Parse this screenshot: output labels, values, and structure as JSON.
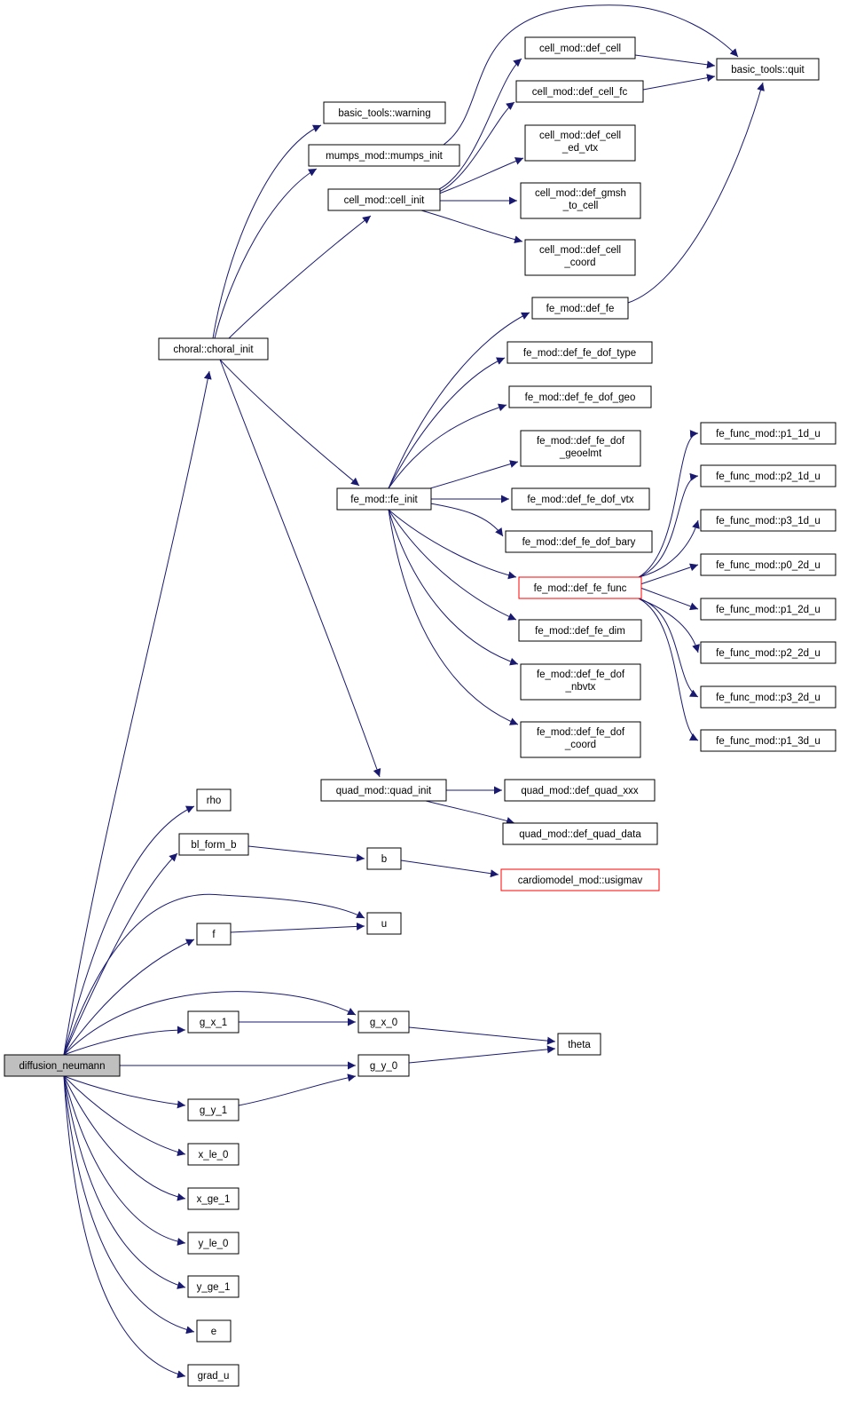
{
  "nodes": {
    "diffusion_neumann": [
      "diffusion_neumann"
    ],
    "choral_init": [
      "choral::choral_init"
    ],
    "warning": [
      "basic_tools::warning"
    ],
    "mumps_init": [
      "mumps_mod::mumps_init"
    ],
    "cell_init": [
      "cell_mod::cell_init"
    ],
    "def_cell": [
      "cell_mod::def_cell"
    ],
    "def_cell_fc": [
      "cell_mod::def_cell_fc"
    ],
    "def_cell_ed_vtx": [
      "cell_mod::def_cell",
      "_ed_vtx"
    ],
    "def_gmsh_to_cell": [
      "cell_mod::def_gmsh",
      "_to_cell"
    ],
    "def_cell_coord": [
      "cell_mod::def_cell",
      "_coord"
    ],
    "quit": [
      "basic_tools::quit"
    ],
    "def_fe": [
      "fe_mod::def_fe"
    ],
    "def_fe_dof_type": [
      "fe_mod::def_fe_dof_type"
    ],
    "def_fe_dof_geo": [
      "fe_mod::def_fe_dof_geo"
    ],
    "def_fe_dof_geoelmt": [
      "fe_mod::def_fe_dof",
      "_geoelmt"
    ],
    "fe_init": [
      "fe_mod::fe_init"
    ],
    "def_fe_dof_vtx": [
      "fe_mod::def_fe_dof_vtx"
    ],
    "def_fe_dof_bary": [
      "fe_mod::def_fe_dof_bary"
    ],
    "def_fe_func": [
      "fe_mod::def_fe_func"
    ],
    "def_fe_dim": [
      "fe_mod::def_fe_dim"
    ],
    "def_fe_dof_nbvtx": [
      "fe_mod::def_fe_dof",
      "_nbvtx"
    ],
    "def_fe_dof_coord": [
      "fe_mod::def_fe_dof",
      "_coord"
    ],
    "p1_1d_u": [
      "fe_func_mod::p1_1d_u"
    ],
    "p2_1d_u": [
      "fe_func_mod::p2_1d_u"
    ],
    "p3_1d_u": [
      "fe_func_mod::p3_1d_u"
    ],
    "p0_2d_u": [
      "fe_func_mod::p0_2d_u"
    ],
    "p1_2d_u": [
      "fe_func_mod::p1_2d_u"
    ],
    "p2_2d_u": [
      "fe_func_mod::p2_2d_u"
    ],
    "p3_2d_u": [
      "fe_func_mod::p3_2d_u"
    ],
    "p1_3d_u": [
      "fe_func_mod::p1_3d_u"
    ],
    "quad_init": [
      "quad_mod::quad_init"
    ],
    "def_quad_xxx": [
      "quad_mod::def_quad_xxx"
    ],
    "def_quad_data": [
      "quad_mod::def_quad_data"
    ],
    "rho": [
      "rho"
    ],
    "bl_form_b": [
      "bl_form_b"
    ],
    "b": [
      "b"
    ],
    "usigmav": [
      "cardiomodel_mod::usigmav"
    ],
    "u": [
      "u"
    ],
    "f": [
      "f"
    ],
    "g_x_1": [
      "g_x_1"
    ],
    "g_x_0": [
      "g_x_0"
    ],
    "theta": [
      "theta"
    ],
    "g_y_0": [
      "g_y_0"
    ],
    "g_y_1": [
      "g_y_1"
    ],
    "x_le_0": [
      "x_le_0"
    ],
    "x_ge_1": [
      "x_ge_1"
    ],
    "y_le_0": [
      "y_le_0"
    ],
    "y_ge_1": [
      "y_ge_1"
    ],
    "e": [
      "e"
    ],
    "grad_u": [
      "grad_u"
    ]
  },
  "colors": {
    "edge": "#191970",
    "root_fill": "#bfbfbf",
    "truncated_border": "#ff0000",
    "node_border": "#000000"
  }
}
